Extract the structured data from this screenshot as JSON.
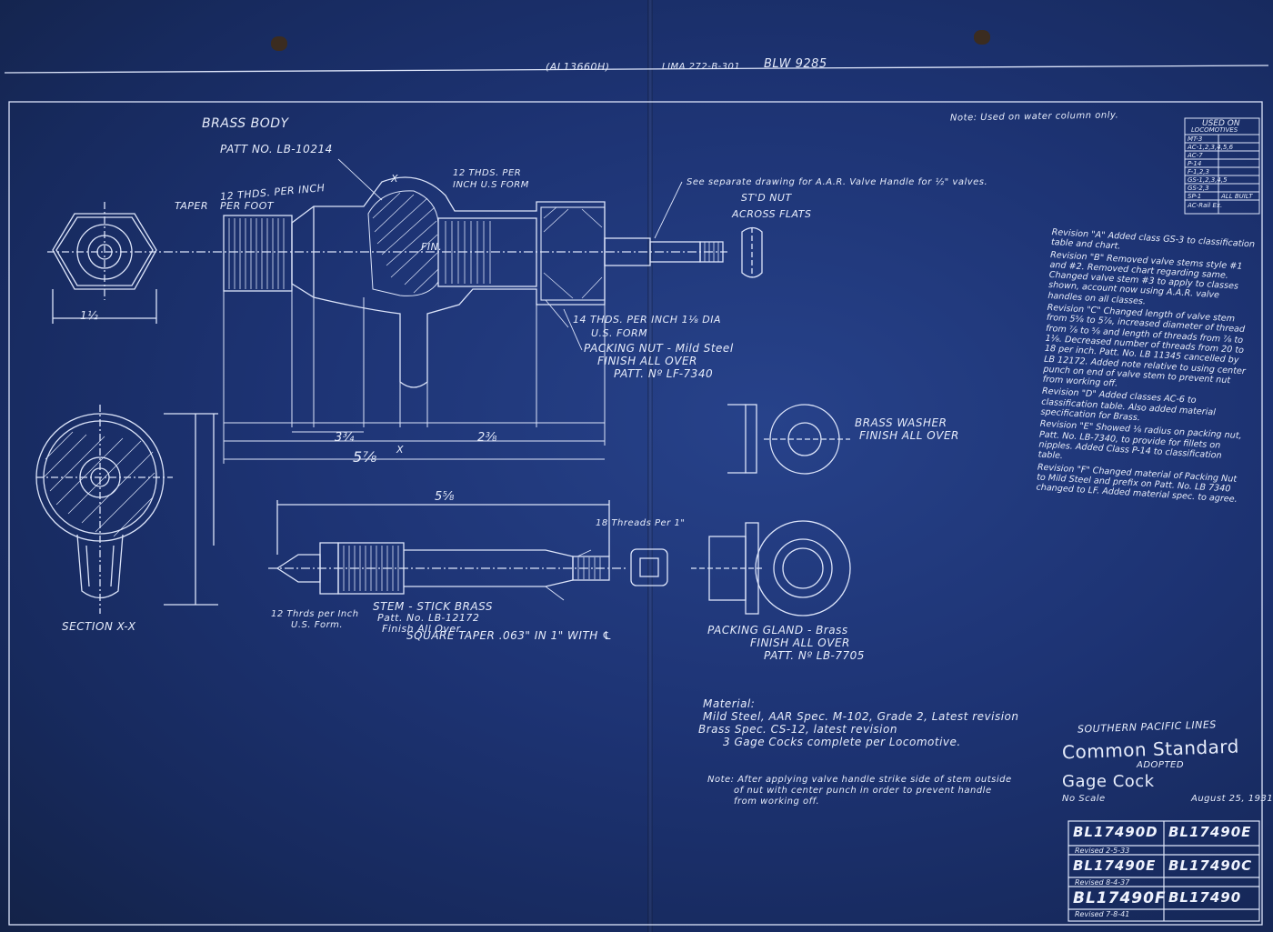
{
  "header": {
    "code1": "(AL13660H)",
    "code2": "LIMA 272-B-301",
    "code3": "BLW 9285"
  },
  "labels": {
    "brass_body": "BRASS BODY",
    "patt_body": "PATT NO. LB-10214",
    "note_top": "Note: Used on water column only.",
    "taper": "TAPER",
    "thds_inch": "12 THDS. PER INCH",
    "per_foot": "PER FOOT",
    "thds_per": "12 THDS. PER",
    "inch_usform": "INCH U.S FORM",
    "see_sep": "See separate drawing for A.A.R. Valve Handle for ½\" valves.",
    "std_nut": "ST'D NUT",
    "across_flats": "ACROSS FLATS",
    "fourteen_thds": "14 THDS. PER INCH 1⅛ DIA",
    "us_form": "U.S. FORM",
    "packing_nut": "PACKING NUT - Mild Steel",
    "finish1": "FINISH ALL OVER",
    "patt_nut": "PATT. Nº LF-7340",
    "section": "SECTION X-X",
    "brass_washer": "BRASS WASHER",
    "finish2": "FINISH ALL OVER",
    "eighteen": "18 Threads Per 1\"",
    "twelve_thrds": "12 Thrds per Inch",
    "us_form2": "U.S. Form.",
    "stem": "STEM - STICK BRASS",
    "patt_stem": "Patt. No. LB-12172",
    "finish_stem": "Finish All Over",
    "square_taper": "SQUARE TAPER .063\" IN 1\" WITH ℄",
    "packing_gland": "PACKING GLAND - Brass",
    "finish3": "FINISH ALL OVER",
    "patt_gland": "PATT. Nº LB-7705",
    "dim_5_7_8": "5⅞",
    "dim_3_3_4": "3¾",
    "dim_2_3_8": "2⅜",
    "dim_1_1_2": "1½",
    "dim_5_5_8": "5⅝",
    "dim_x": "X",
    "fin": "FIN."
  },
  "material": {
    "title": "Material:",
    "line1": "Mild Steel, AAR Spec. M-102, Grade 2, Latest revision",
    "line2": "Brass Spec. CS-12, latest revision",
    "line3": "3 Gage Cocks complete per Locomotive."
  },
  "note_bottom": {
    "line1": "Note: After applying valve handle strike side of stem outside",
    "line2": "of nut with center punch in order to prevent handle",
    "line3": "from working off."
  },
  "revisions": [
    "Revision \"A\" Added class GS-3 to classification table and chart.",
    "Revision \"B\" Removed valve stems style #1 and #2. Removed chart regarding same. Changed valve stem #3 to apply to classes shown, account now using A.A.R. valve handles on all classes.",
    "Revision \"C\" Changed length of valve stem from 5⅝ to 5⅞, increased diameter of thread from ⅞ to ⅝ and length of threads from ⅞ to 1⅛. Decreased number of threads from 20 to 18 per inch. Patt. No. LB 11345 cancelled by LB 12172. Added note relative to using center punch on end of valve stem to prevent nut from working off.",
    "Revision \"D\" Added classes AC-6 to classification table. Also added material specification for Brass.",
    "Revision \"E\" Showed ⅛ radius on packing nut, Patt. No. LB-7340, to provide for fillets on nipples. Added Class P-14 to classification table.",
    "Revision \"F\" Changed material of Packing Nut to Mild Steel and prefix on Patt. No. LB 7340 changed to LF. Added material spec. to agree."
  ],
  "used_on": {
    "title": "USED ON",
    "sub": "LOCOMOTIVES",
    "rows": [
      "MT-3",
      "AC-1,2,3,4,5,6",
      "AC-7",
      "P-14",
      "F-1,2,3",
      "GS-1,2,3,4,5",
      "GS-2,3",
      "SP-1",
      "ALL BUILT",
      "AC-Rail Ex."
    ]
  },
  "title_block": {
    "company": "SOUTHERN PACIFIC LINES",
    "standard": "Common Standard",
    "adopted": "ADOPTED",
    "name": "Gage Cock",
    "scale": "No Scale",
    "date": "August 25, 1931",
    "numbers": [
      "BL17490D",
      "BL17490E",
      "BL17490E",
      "BL17490C",
      "BL17490F",
      "BL17490"
    ],
    "revisions": [
      "Revised 2-5-33",
      "Revised 8-4-37",
      "Revised 7-8-41"
    ]
  }
}
